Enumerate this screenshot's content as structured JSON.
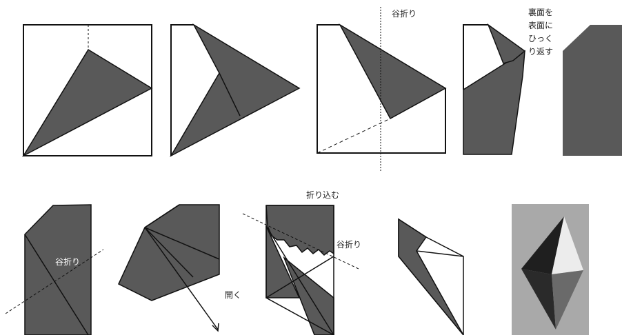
{
  "labels": {
    "valley_fold_top": "谷折り",
    "flip_over_line1": "裏面を",
    "flip_over_line2": "表面に",
    "flip_over_line3": "ひっく",
    "flip_over_line4": "り返す",
    "valley_fold_step6": "谷折り",
    "open": "開く",
    "fold_in": "折り込む",
    "valley_fold_step8": "谷折り"
  },
  "colors": {
    "paper_dark": "#595959",
    "paper_light": "#ffffff",
    "line": "#111111",
    "photo_bg": "#a9a9a9"
  }
}
